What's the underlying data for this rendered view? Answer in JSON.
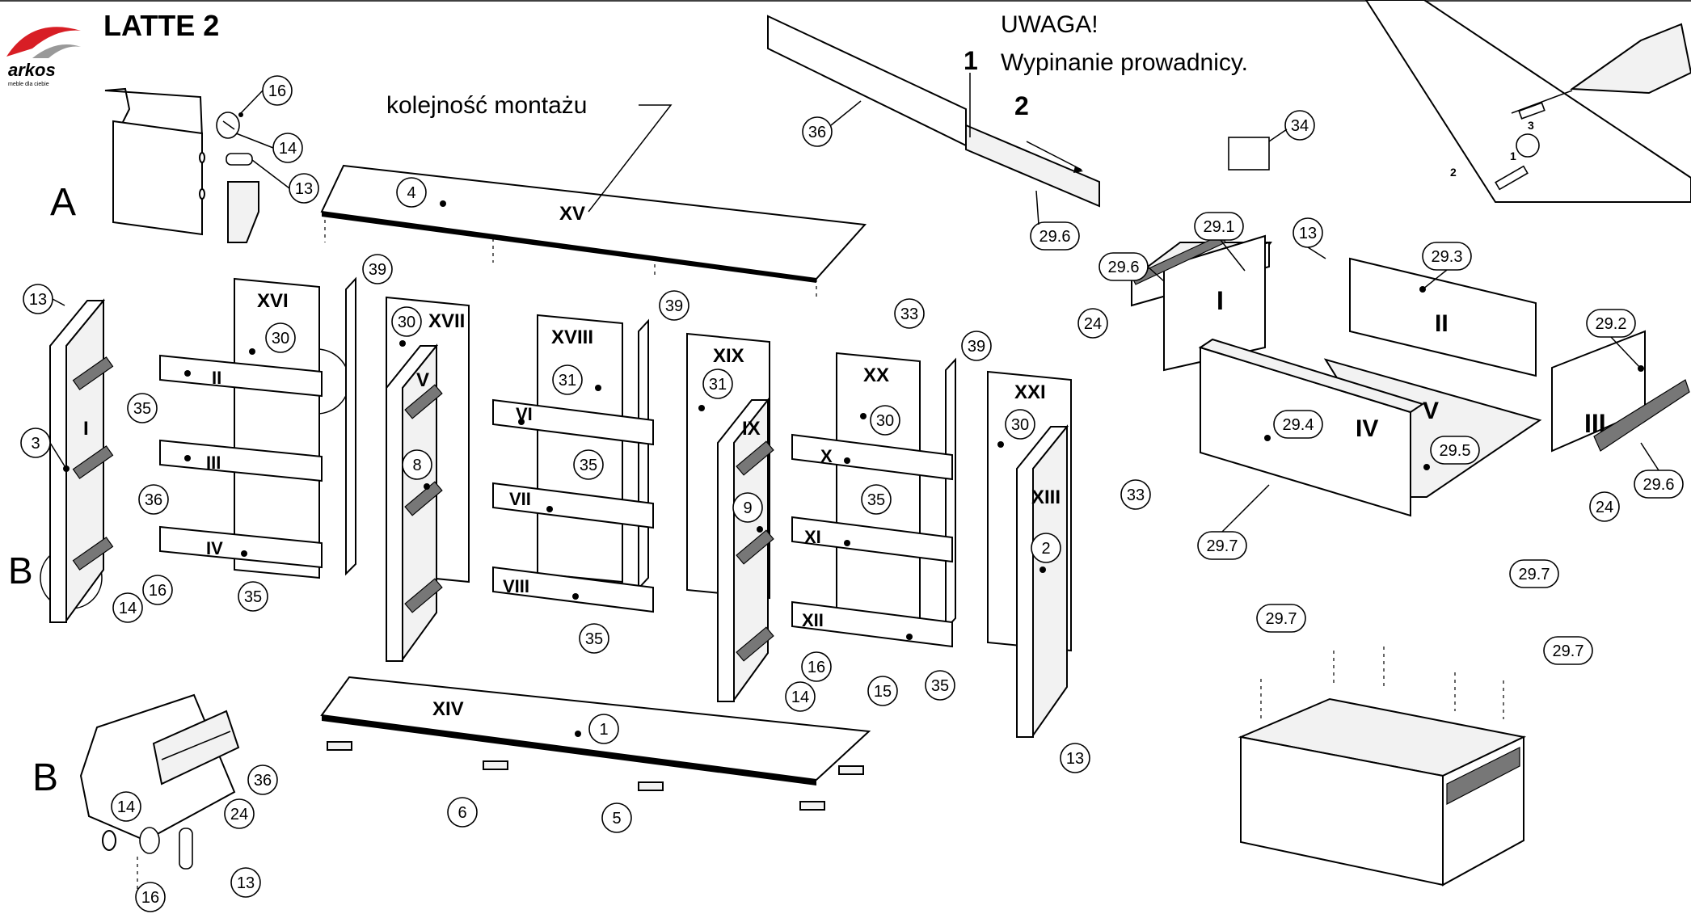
{
  "title": "LATTE 2",
  "brand": {
    "logo_text": "arkos",
    "tagline": "meble dla ciebie"
  },
  "warning": {
    "line1": "UWAGA!",
    "line2": "Wypinanie prowadnicy.",
    "step1": "1",
    "step2": "2"
  },
  "assembly_order_label": "kolejność montażu",
  "detail_labels": {
    "a": "A",
    "b": "B"
  },
  "roman": {
    "I": "I",
    "II": "II",
    "III": "III",
    "IV": "IV",
    "V": "V",
    "VI": "VI",
    "VII": "VII",
    "VIII": "VIII",
    "IX": "IX",
    "X": "X",
    "XI": "XI",
    "XII": "XII",
    "XIII": "XIII",
    "XIV": "XIV",
    "XV": "XV",
    "XVI": "XVI",
    "XVII": "XVII",
    "XVIII": "XVIII",
    "XIX": "XIX",
    "XX": "XX",
    "XXI": "XXI"
  },
  "callouts": {
    "c1": "1",
    "c2": "2",
    "c3": "3",
    "c4": "4",
    "c5": "5",
    "c6": "6",
    "c8": "8",
    "c9": "9",
    "c13": "13",
    "c14": "14",
    "c15": "15",
    "c16": "16",
    "c24": "24",
    "c29_1": "29.1",
    "c29_2": "29.2",
    "c29_3": "29.3",
    "c29_4": "29.4",
    "c29_5": "29.5",
    "c29_6": "29.6",
    "c29_7": "29.7",
    "c30": "30",
    "c31": "31",
    "c33": "33",
    "c34": "34",
    "c35": "35",
    "c36": "36",
    "c39": "39"
  },
  "screw_steps": {
    "s1": "1",
    "s2": "2",
    "s3": "3"
  }
}
